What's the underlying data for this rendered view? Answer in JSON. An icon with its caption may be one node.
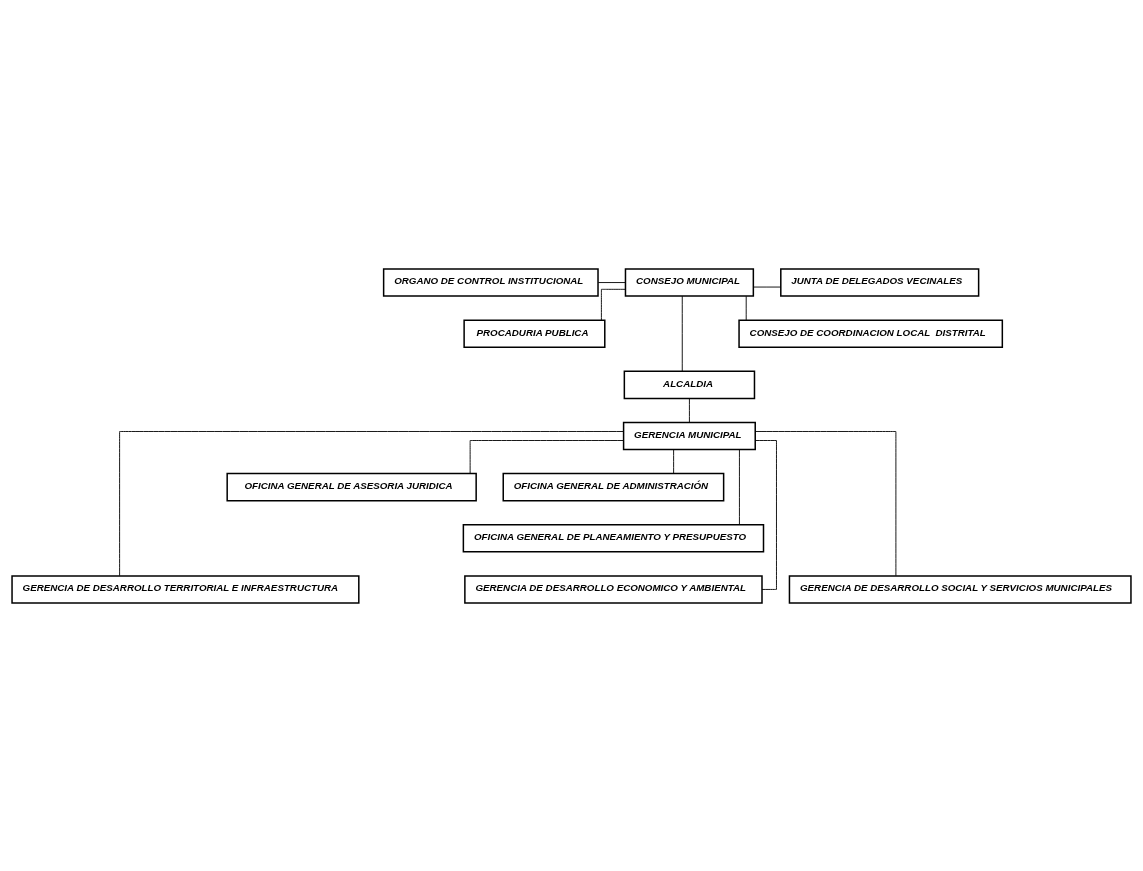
{
  "diagram": {
    "nodes": [
      {
        "text": [
          "ORGANO DE CONTROL INSTITUCIONAL"
        ]
      },
      {
        "text": [
          "PROCADURIA PUBLICA"
        ]
      },
      {
        "text": [
          "CONSEJO MUNICIPAL"
        ]
      },
      {
        "text": [
          "JUNTA DE DELEGADOS VECINALES"
        ]
      },
      {
        "text": [
          "CONSEJO DE COORDINACION LOCAL  DISTRITAL"
        ]
      },
      {
        "text": [
          "ALCALDIA"
        ]
      },
      {
        "text": [
          "GERENCIA MUNICIPAL"
        ]
      },
      {
        "text": [
          "OFICINA GENERAL DE ASESORIA JURIDICA"
        ]
      },
      {
        "text": [
          "OFICINA GENERAL DE ADMINISTRACIÓN"
        ]
      },
      {
        "text": [
          "OFICINA GENERAL DE PLANEAMIENTO Y PRESUPUESTO"
        ]
      },
      {
        "text": [
          "GERENCIA DE DESARROLLO TERRITORIAL E INFRAESTRUCTURA"
        ]
      },
      {
        "text": [
          "GERENCIA DE DESARROLLO ECONOMICO Y AMBIENTAL"
        ]
      },
      {
        "text": [
          "GERENCIA DE DESARROLLO SOCIAL Y SERVICIOS MUNICIPALES"
        ]
      }
    ],
    "edges": [
      {
        "from": 0,
        "to": 2,
        "arrow": "none"
      },
      {
        "from": 1,
        "to": 2,
        "arrow": "none"
      },
      {
        "from": 2,
        "to": 3,
        "arrow": "none"
      },
      {
        "from": 2,
        "to": 4,
        "arrow": "none"
      },
      {
        "from": 2,
        "to": 5,
        "arrow": "none"
      },
      {
        "from": 5,
        "to": 6,
        "arrow": "none"
      },
      {
        "from": 6,
        "to": 7,
        "arrow": "none"
      },
      {
        "from": 6,
        "to": 8,
        "arrow": "none"
      },
      {
        "from": 6,
        "to": 9,
        "arrow": "none"
      },
      {
        "from": 6,
        "to": 10,
        "arrow": "none"
      },
      {
        "from": 6,
        "to": 11,
        "arrow": "none"
      },
      {
        "from": 6,
        "to": 12,
        "arrow": "none"
      }
    ]
  }
}
